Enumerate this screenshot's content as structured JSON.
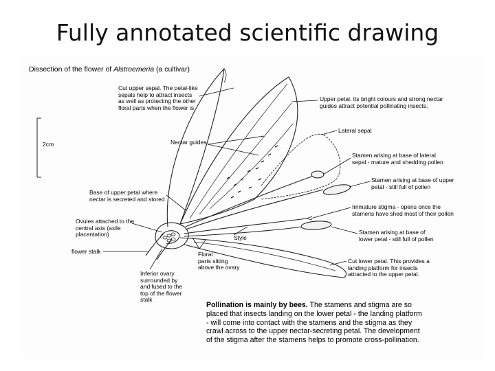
{
  "slide": {
    "title": "Fully annotated scientific drawing"
  },
  "figure": {
    "title_plain": "Dissection of the flower of ",
    "title_italic": "Alstroemeria",
    "title_tail": " (a cultivar)",
    "scale_label": "2cm"
  },
  "labels": {
    "cut_upper_sepal": "Cut upper sepal. The petal-like\nsepals help to attract insects\nas well as protecting the other\nfloral parts when the flower is",
    "upper_petal": "Upper petal. Its bright colours and strong nectar\nguides attract potential pollinating insects.",
    "lateral_sepal": "Lateral sepal",
    "nectar_guides": "Nectar guides",
    "stamen_lateral": "Stamen arising at base of lateral\nsepal - mature and shedding pollen",
    "stamen_upper": "Stamen arising at base of upper\npetal - still full of pollen",
    "base_upper_petal": "Base of upper petal where\nnectar is secreted and stored",
    "immature_stigma": "Immature stigma - opens once the\nstamens have shed most of their pollen",
    "ovules": "Ovules attached to the\ncentral axis (axile\nplacentation)",
    "style": "Style",
    "stamen_lower": "Stamen arising at base of\nlower petal - still full of pollen",
    "flower_stalk": "flower stalk",
    "floral_parts": "Floral\nparts sitting\nabove the ovary",
    "cut_lower_petal": "Cut lower petal. This provides a\nlanding platform for insects\nattracted to the upper petal.",
    "inferior_ovary": "Inferior ovary\nsurrounded by\nand fused to the\ntop of the flower\nstalk"
  },
  "pollination": {
    "lead": "Pollination is mainly by bees.",
    "rest": " The stamens and stigma are so\nplaced that insects landing on the lower petal - the landing platform\n- will come into contact with the stamens and the stigma as they\ncrawl across to the upper nectar-secreting petal. The development\nof the stigma after the stamens helps to promote cross-pollination."
  }
}
